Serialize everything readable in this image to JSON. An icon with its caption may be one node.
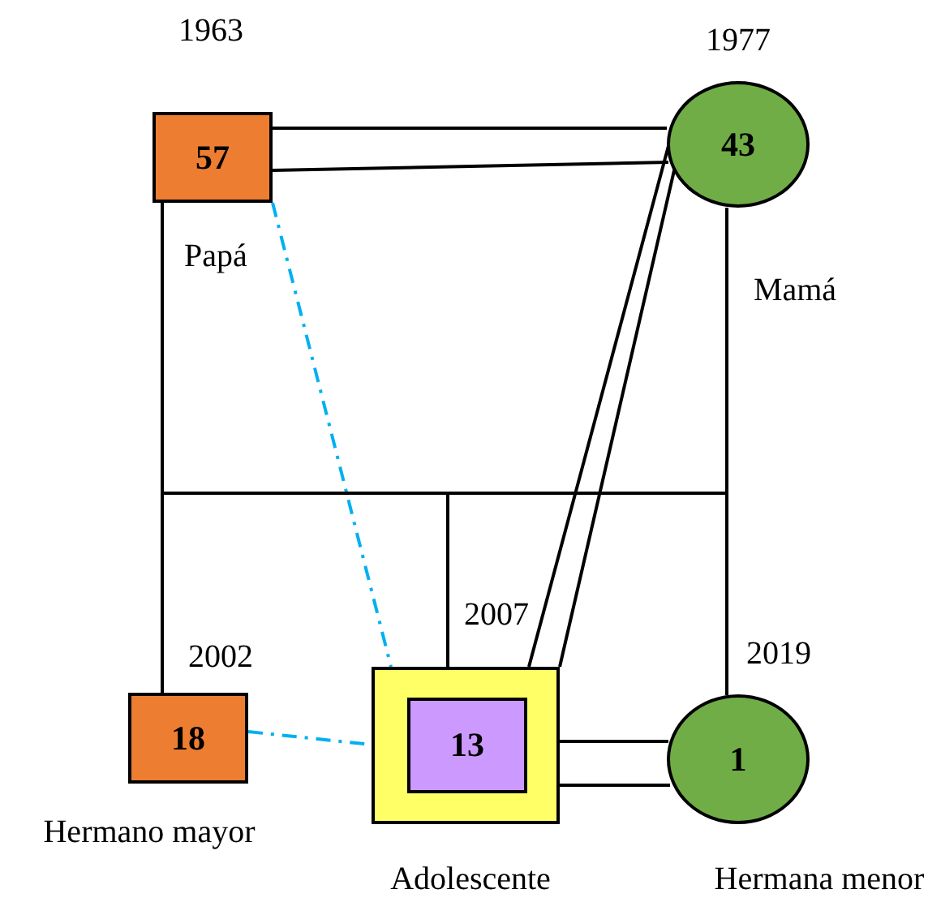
{
  "diagram": {
    "nodes": [
      {
        "text": [
          "57"
        ],
        "beside": [
          "1963",
          "Papá"
        ]
      },
      {
        "text": [
          "43"
        ],
        "beside": [
          "1977",
          "Mamá"
        ]
      },
      {
        "text": [
          "18"
        ],
        "beside": [
          "2002",
          "Hermano mayor"
        ]
      },
      {
        "text": [],
        "shape": "box",
        "beside": [
          "2007",
          "Adolescente"
        ]
      },
      {
        "text": [
          "13"
        ],
        "in": 3
      },
      {
        "text": [
          "1"
        ],
        "beside": [
          "2019",
          "Hermana menor"
        ]
      }
    ],
    "edges": [
      {
        "from": 0,
        "to": 1,
        "arrow": "none"
      },
      {
        "from": 0,
        "to": 1,
        "arrow": "none"
      },
      {
        "from": 3,
        "to": 1,
        "arrow": "none"
      },
      {
        "from": 3,
        "to": 1,
        "arrow": "none"
      },
      {
        "from": 0,
        "to": 3,
        "arrow": "none",
        "style": "dashed",
        "color": "#00b0f0"
      },
      {
        "from": 0,
        "to": 2,
        "arrow": "none"
      },
      {
        "from": 0,
        "to": 3,
        "arrow": "none"
      },
      {
        "from": 0,
        "to": 5,
        "arrow": "none"
      },
      {
        "from": 1,
        "to": 2,
        "arrow": "none"
      },
      {
        "from": 1,
        "to": 3,
        "arrow": "none"
      },
      {
        "from": 1,
        "to": 5,
        "arrow": "none"
      },
      {
        "from": 2,
        "to": 3,
        "arrow": "none",
        "style": "dashed",
        "color": "#00b0f0"
      },
      {
        "from": 3,
        "to": 5,
        "arrow": "none"
      },
      {
        "from": 3,
        "to": 5,
        "arrow": "none"
      }
    ]
  }
}
